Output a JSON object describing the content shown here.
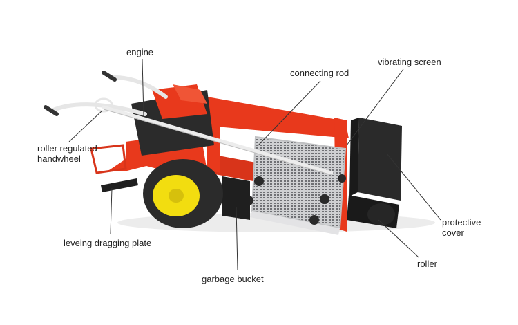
{
  "labels": {
    "engine": "engine",
    "connecting_rod": "connecting rod",
    "vibrating_screen": "vibrating screen",
    "handwheel_line1": "roller regulated",
    "handwheel_line2": "handwheel",
    "cover_line1": "protective",
    "cover_line2": "cover",
    "dragging_plate": "leveing dragging plate",
    "roller": "roller",
    "garbage_bucket": "garbage bucket"
  },
  "colors": {
    "frame_red": "#e8391c",
    "tire": "#2b2b2b",
    "rim": "#f2dd10",
    "screen": "#d9dadc",
    "cover": "#2a2a2a",
    "handle": "#e6e6e6",
    "leader": "#333333"
  }
}
